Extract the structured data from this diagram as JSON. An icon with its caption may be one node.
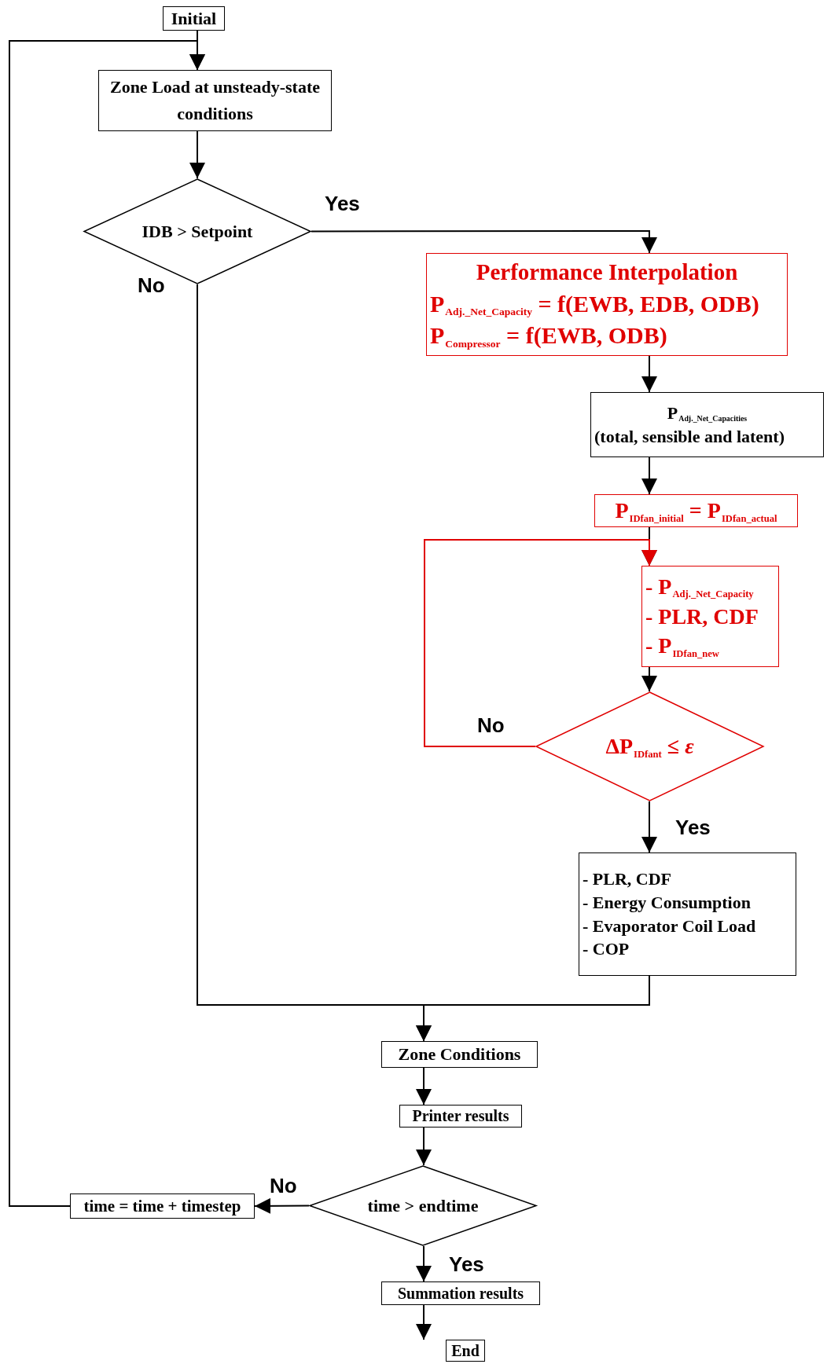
{
  "diagram": {
    "nodes": [
      {
        "text": [
          "Initial"
        ]
      },
      {
        "text": [
          "Zone Load at unsteady-state conditions"
        ]
      },
      {
        "text": [
          "IDB > Setpoint"
        ]
      },
      {
        "text": [
          "Performance Interpolation",
          "P$_{Adj._Net_Capacity}$ = f(EWB, EDB, ODB)",
          "P$_{Compressor}$ = f(EWB, ODB)"
        ]
      },
      {
        "text": [
          "P$_{Adj._Net_Capacities}$",
          "(total, sensible and latent)"
        ]
      },
      {
        "text": [
          "P$_{IDfan_initial}$ = P$_{IDfan_actual}$"
        ]
      },
      {
        "text": [
          "- P$_{Adj._Net_Capacity}$",
          "- PLR, CDF",
          "- P$_{IDfan_new}$"
        ]
      },
      {
        "text": [
          "ΔP$_{IDfant}$ ≤ *ε*"
        ]
      },
      {
        "text": [
          "- PLR, CDF",
          "- Energy Consumption",
          "- Evaporator Coil Load",
          "- COP"
        ]
      },
      {
        "text": [
          "Zone Conditions"
        ]
      },
      {
        "text": [
          "Printer results"
        ]
      },
      {
        "text": [
          "time > endtime"
        ]
      },
      {
        "text": [
          "time = time + timestep"
        ]
      },
      {
        "text": [
          "Summation results"
        ]
      },
      {
        "text": [
          "End"
        ]
      }
    ],
    "edges": [
      {
        "from": 0,
        "to": 1,
        "arrow": "to"
      },
      {
        "from": 1,
        "to": 2,
        "arrow": "to"
      },
      {
        "from": 2,
        "to": 3,
        "arrow": "to",
        "label": "Yes"
      },
      {
        "from": 2,
        "to": 9,
        "arrow": "to",
        "label": "No"
      },
      {
        "from": 3,
        "to": 4,
        "arrow": "to"
      },
      {
        "from": 4,
        "to": 5,
        "arrow": "to"
      },
      {
        "from": 5,
        "to": 6,
        "arrow": "to"
      },
      {
        "from": 6,
        "to": 7,
        "arrow": "to"
      },
      {
        "from": 7,
        "to": 6,
        "arrow": "to",
        "label": "No",
        "color": "#e00000"
      },
      {
        "from": 7,
        "to": 8,
        "arrow": "to",
        "label": "Yes"
      },
      {
        "from": 8,
        "to": 9,
        "arrow": "to"
      },
      {
        "from": 9,
        "to": 10,
        "arrow": "to"
      },
      {
        "from": 10,
        "to": 11,
        "arrow": "to"
      },
      {
        "from": 11,
        "to": 12,
        "arrow": "to",
        "label": "No"
      },
      {
        "from": 11,
        "to": 13,
        "arrow": "to",
        "label": "Yes"
      },
      {
        "from": 12,
        "to": 1,
        "arrow": "to"
      },
      {
        "from": 13,
        "to": 14,
        "arrow": "to"
      }
    ]
  }
}
